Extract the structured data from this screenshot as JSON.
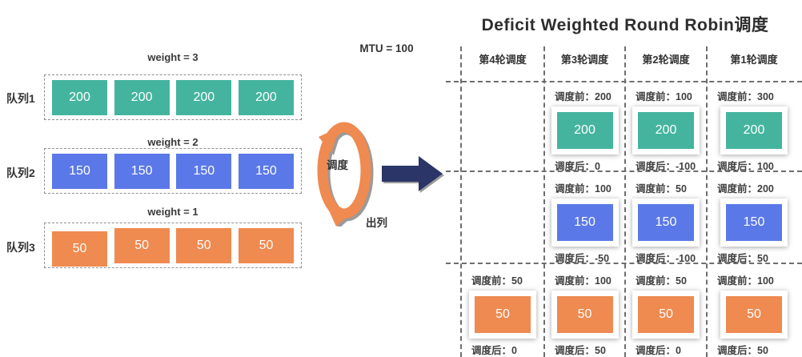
{
  "title": "Deficit Weighted Round Robin调度",
  "colors": {
    "green": "#45b49e",
    "blue": "#5b78e8",
    "orange": "#ef8a50",
    "navy": "#2b3567",
    "shadow": "#9a9a9a"
  },
  "queues": [
    {
      "label": "队列1",
      "weight_label": "weight = 3",
      "color": "green",
      "packets": [
        "200",
        "200",
        "200",
        "200"
      ]
    },
    {
      "label": "队列2",
      "weight_label": "weight = 2",
      "color": "blue",
      "packets": [
        "150",
        "150",
        "150",
        "150"
      ]
    },
    {
      "label": "队列3",
      "weight_label": "weight = 1",
      "color": "orange",
      "packets": [
        "50",
        "50",
        "50",
        "50"
      ]
    }
  ],
  "middle": {
    "mtu_label": "MTU = 100",
    "cycle_label": "调度",
    "dequeue_label": "出列",
    "cycle_icon": "cycle-arrows",
    "arrow_icon": "right-block-arrow"
  },
  "rounds": {
    "columns": [
      "第4轮调度",
      "第3轮调度",
      "第2轮调度",
      "第1轮调度"
    ],
    "before_prefix": "调度前：",
    "after_prefix": "调度后：",
    "rows": [
      {
        "queue": "队列1",
        "color": "green",
        "cells": [
          null,
          {
            "before": "200",
            "value": "200",
            "after": "0"
          },
          {
            "before": "100",
            "value": "200",
            "after": "-100"
          },
          {
            "before": "300",
            "value": "200",
            "after": "100"
          }
        ]
      },
      {
        "queue": "队列2",
        "color": "blue",
        "cells": [
          null,
          {
            "before": "100",
            "value": "150",
            "after": "-50"
          },
          {
            "before": "50",
            "value": "150",
            "after": "-100"
          },
          {
            "before": "200",
            "value": "150",
            "after": "50"
          }
        ]
      },
      {
        "queue": "队列3",
        "color": "orange",
        "cells": [
          {
            "before": "50",
            "value": "50",
            "after": "0"
          },
          {
            "before": "100",
            "value": "50",
            "after": "50"
          },
          {
            "before": "50",
            "value": "50",
            "after": "0"
          },
          {
            "before": "100",
            "value": "50",
            "after": "50"
          }
        ]
      }
    ]
  }
}
